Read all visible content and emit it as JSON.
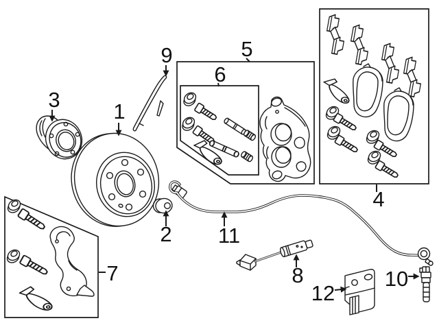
{
  "diagram": {
    "background": "#ffffff",
    "line_color": "#1a1a1a",
    "number_color": "#111111",
    "callouts": [
      {
        "num": "1",
        "part": "brake-rotor"
      },
      {
        "num": "2",
        "part": "sealing-grommet"
      },
      {
        "num": "3",
        "part": "wheel-hub"
      },
      {
        "num": "4",
        "part": "brake-pad-hardware-kit"
      },
      {
        "num": "5",
        "part": "caliper-assembly-box"
      },
      {
        "num": "6",
        "part": "guide-pin-kit-box"
      },
      {
        "num": "7",
        "part": "caliper-bracket-kit-box"
      },
      {
        "num": "8",
        "part": "brake-pad-wear-sensor"
      },
      {
        "num": "9",
        "part": "hose-guide-spring"
      },
      {
        "num": "10",
        "part": "sensor-end-fitting"
      },
      {
        "num": "11",
        "part": "brake-hose"
      },
      {
        "num": "12",
        "part": "mounting-bracket"
      }
    ]
  }
}
